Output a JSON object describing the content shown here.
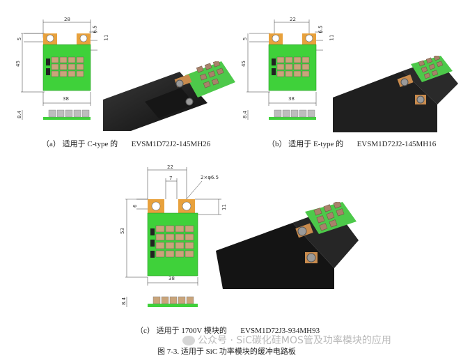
{
  "panels": [
    {
      "caption_prefix": "（a）",
      "caption_text": "适用于 C-type 的",
      "caption_part": "EVSM1D72J2-145MH26",
      "dims": {
        "top_width": "28",
        "tab_left": "5",
        "tab_right": "6.5",
        "tab_right2": "11",
        "height": "45",
        "bottom_width": "38",
        "thickness": "8.4"
      }
    },
    {
      "caption_prefix": "（b）",
      "caption_text": "适用于 E-type 的",
      "caption_part": "EVSM1D72J2-145MH16",
      "dims": {
        "top_width": "22",
        "tab_left": "5",
        "tab_right": "6.5",
        "tab_right2": "11",
        "height": "45",
        "bottom_width": "38",
        "thickness": "8.4"
      }
    },
    {
      "caption_prefix": "（c）",
      "caption_text": "适用于 1700V 模块的",
      "caption_part": "EVSM1D72J3-934MH93",
      "dims": {
        "top_width": "22",
        "inner_width": "7",
        "hole_note": "2×φ6.5",
        "tab_left": "6",
        "tab_right2": "11",
        "height": "53",
        "bottom_width": "38",
        "thickness": "8.4"
      }
    }
  ],
  "figure_caption": "图  7-3. 适用于 SiC 功率模块的缓冲电路板",
  "watermark": "公众号 · SiC碳化硅MOS管及功率模块的应用",
  "colors": {
    "pcb_green": "#3fd13a",
    "copper": "#e8a13c",
    "component": "#c9a47a",
    "module_black": "#1c1c1c"
  }
}
